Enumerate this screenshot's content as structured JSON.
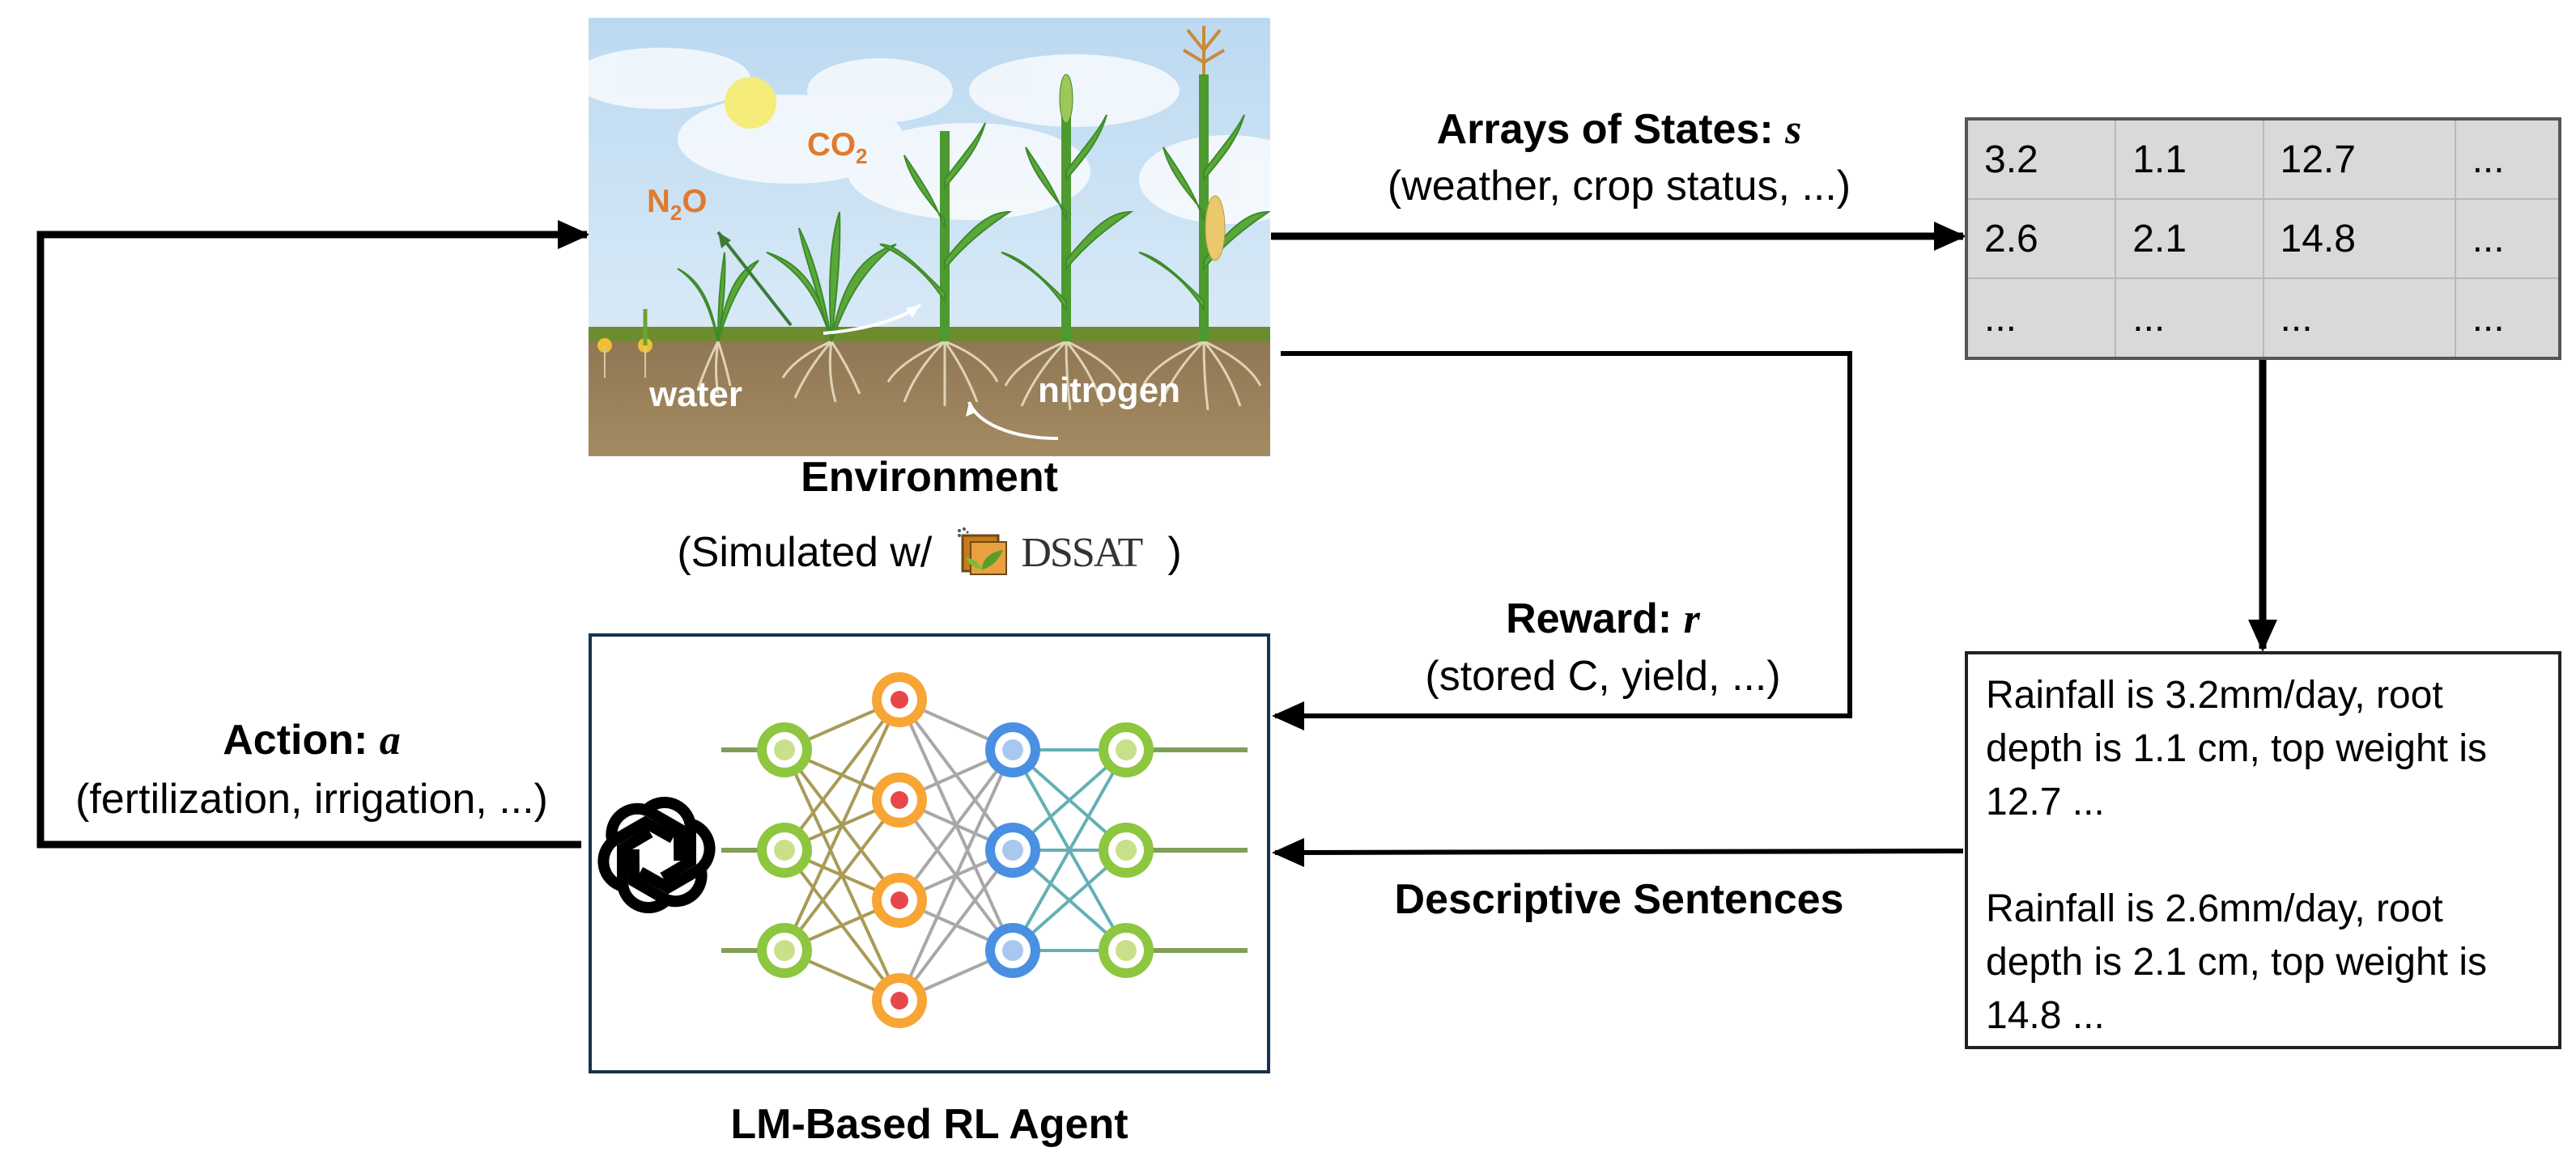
{
  "environment": {
    "title": "Environment",
    "subtitle_prefix": "(Simulated w/",
    "subtitle_suffix": ")",
    "logo_text": "DSSAT",
    "image_labels": {
      "co2": "CO",
      "co2_sub": "2",
      "n2o_n": "N",
      "n2o_sub": "2",
      "n2o_o": "O",
      "water": "water",
      "nitrogen": "nitrogen"
    }
  },
  "states": {
    "title": "Arrays of States: ",
    "symbol": "s",
    "desc": "(weather, crop status, ...)",
    "table": [
      [
        "3.2",
        "1.1",
        "12.7",
        "..."
      ],
      [
        "2.6",
        "2.1",
        "14.8",
        "..."
      ],
      [
        "...",
        "...",
        "...",
        "..."
      ]
    ]
  },
  "reward": {
    "title": "Reward: ",
    "symbol": "r",
    "desc": "(stored C, yield, ...)"
  },
  "action": {
    "title": "Action: ",
    "symbol": "a",
    "desc": "(fertilization, irrigation, ...)"
  },
  "sentences": {
    "label": "Descriptive Sentences",
    "items": [
      "Rainfall is 3.2mm/day, root depth is 1.1 cm, top weight is 12.7 ...",
      "Rainfall is 2.6mm/day, root depth is 2.1 cm, top weight is 14.8 ..."
    ]
  },
  "agent": {
    "title": "LM-Based RL Agent"
  },
  "colors": {
    "green_node": "#8dc63f",
    "orange_node": "#f7a535",
    "blue_node": "#4a90e2",
    "node_center_red": "#e8474a",
    "arrow": "#000000",
    "table_bg": "#d9d9d9"
  },
  "icons": [
    "openai-logo-icon",
    "dssat-logo-icon",
    "sun-icon",
    "cloud-icon",
    "corn-plant-icon"
  ]
}
